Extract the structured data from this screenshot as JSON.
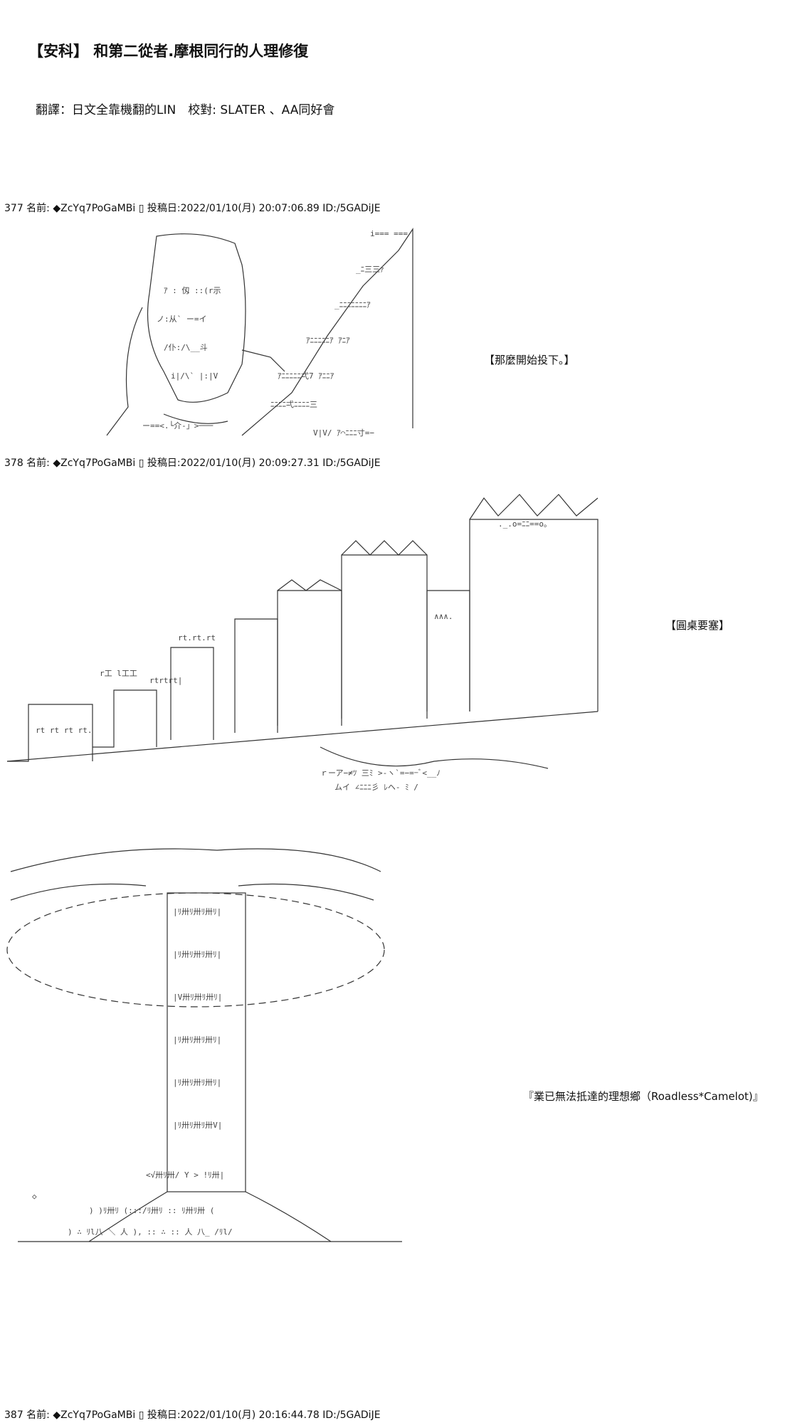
{
  "title": "【安科】 和第二從者.摩根同行的人理修復",
  "credit": "翻譯：日文全靠機翻的LIN　校對: SLATER 、AA同好會",
  "posts": [
    {
      "header": "377 名前: ◆ZcYq7PoGaMBi ▯ 投稿日:2022/01/10(月) 20:07:06.89 ID:/5GADiJE",
      "caption": "【那麼開始投下。】"
    },
    {
      "header": "378 名前: ◆ZcYq7PoGaMBi ▯ 投稿日:2022/01/10(月) 20:09:27.31 ID:/5GADiJE",
      "caption": "【圓桌要塞】"
    },
    {
      "header": "",
      "caption": "『業已無法抵達的理想鄉（Roadless*Camelot)』"
    },
    {
      "header": "387 名前: ◆ZcYq7PoGaMBi ▯ 投稿日:2022/01/10(月) 20:16:44.78 ID:/5GADiJE",
      "caption": ""
    }
  ]
}
